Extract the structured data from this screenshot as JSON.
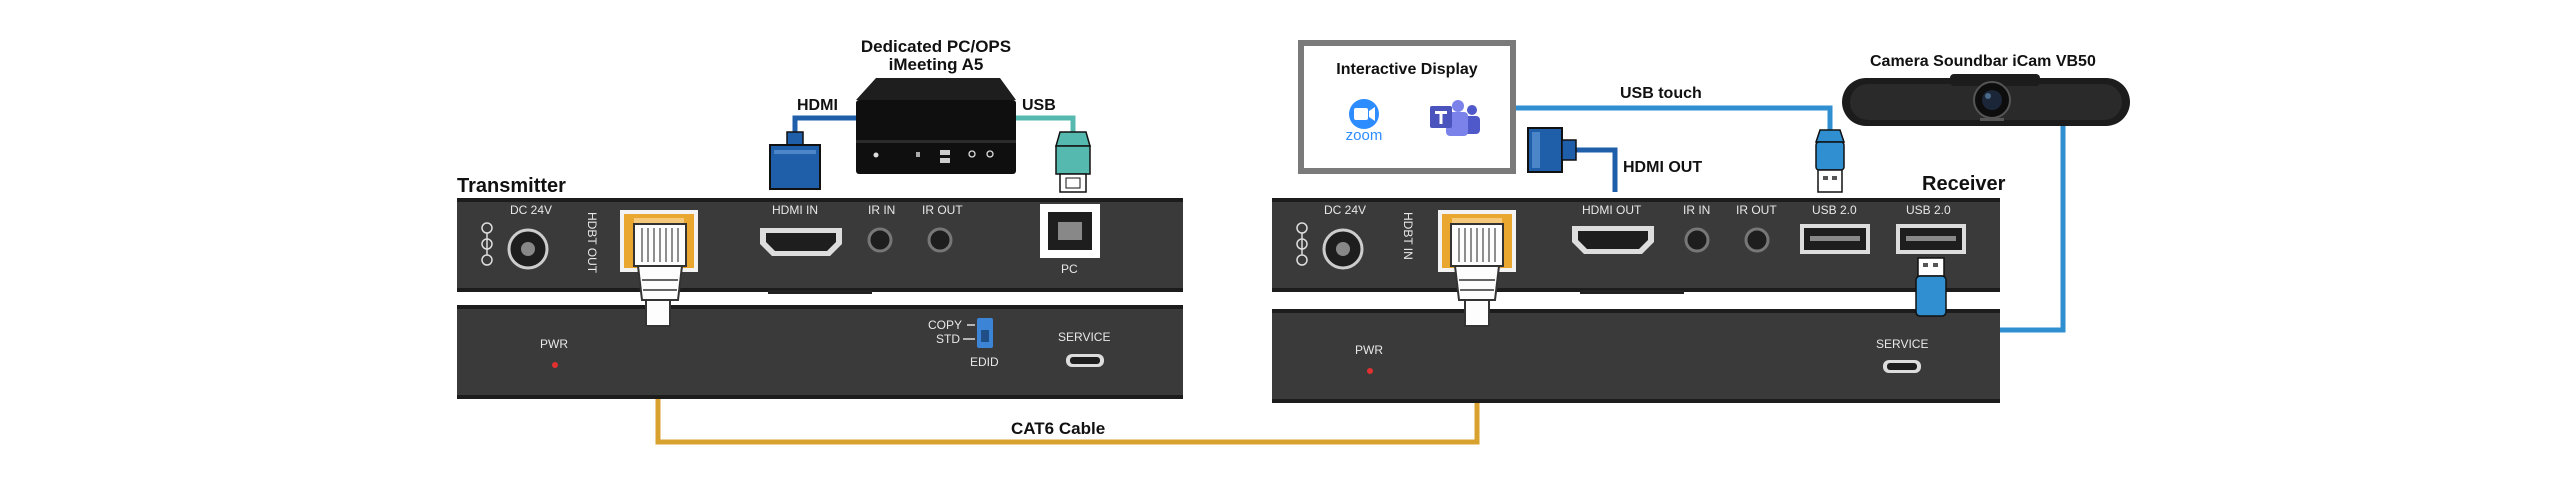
{
  "colors": {
    "panel": "#3a3a3a",
    "panel_edge": "#1c1c1c",
    "cat6": "#d9a22e",
    "usb_cable": "#2f8fd0",
    "hdmi_blue": "#1f5ea8",
    "usb_teal": "#56b9b0",
    "pwr_led": "#e23030",
    "edid_switch": "#3b84d6"
  },
  "labels": {
    "transmitter": "Transmitter",
    "receiver": "Receiver",
    "pc_line1": "Dedicated PC/OPS",
    "pc_line2": "iMeeting A5",
    "hdmi": "HDMI",
    "usb": "USB",
    "display_title": "Interactive Display",
    "zoom": "zoom",
    "usb_touch": "USB touch",
    "hdmi_out_cable": "HDMI OUT",
    "camera": "Camera Soundbar  iCam VB50",
    "cat6": "CAT6 Cable"
  },
  "tx": {
    "dc24v": "DC 24V",
    "hdbt_out": "HDBT OUT",
    "hdmi_in": "HDMI IN",
    "ir_in": "IR IN",
    "ir_out": "IR OUT",
    "pc": "PC",
    "pwr": "PWR",
    "copy": "COPY",
    "std": "STD",
    "edid": "EDID",
    "service": "SERVICE"
  },
  "rx": {
    "dc24v": "DC 24V",
    "hdbt_in": "HDBT IN",
    "hdmi_out": "HDMI OUT",
    "ir_in": "IR IN",
    "ir_out": "IR OUT",
    "usb1": "USB 2.0",
    "usb2": "USB 2.0",
    "pwr": "PWR",
    "service": "SERVICE"
  }
}
